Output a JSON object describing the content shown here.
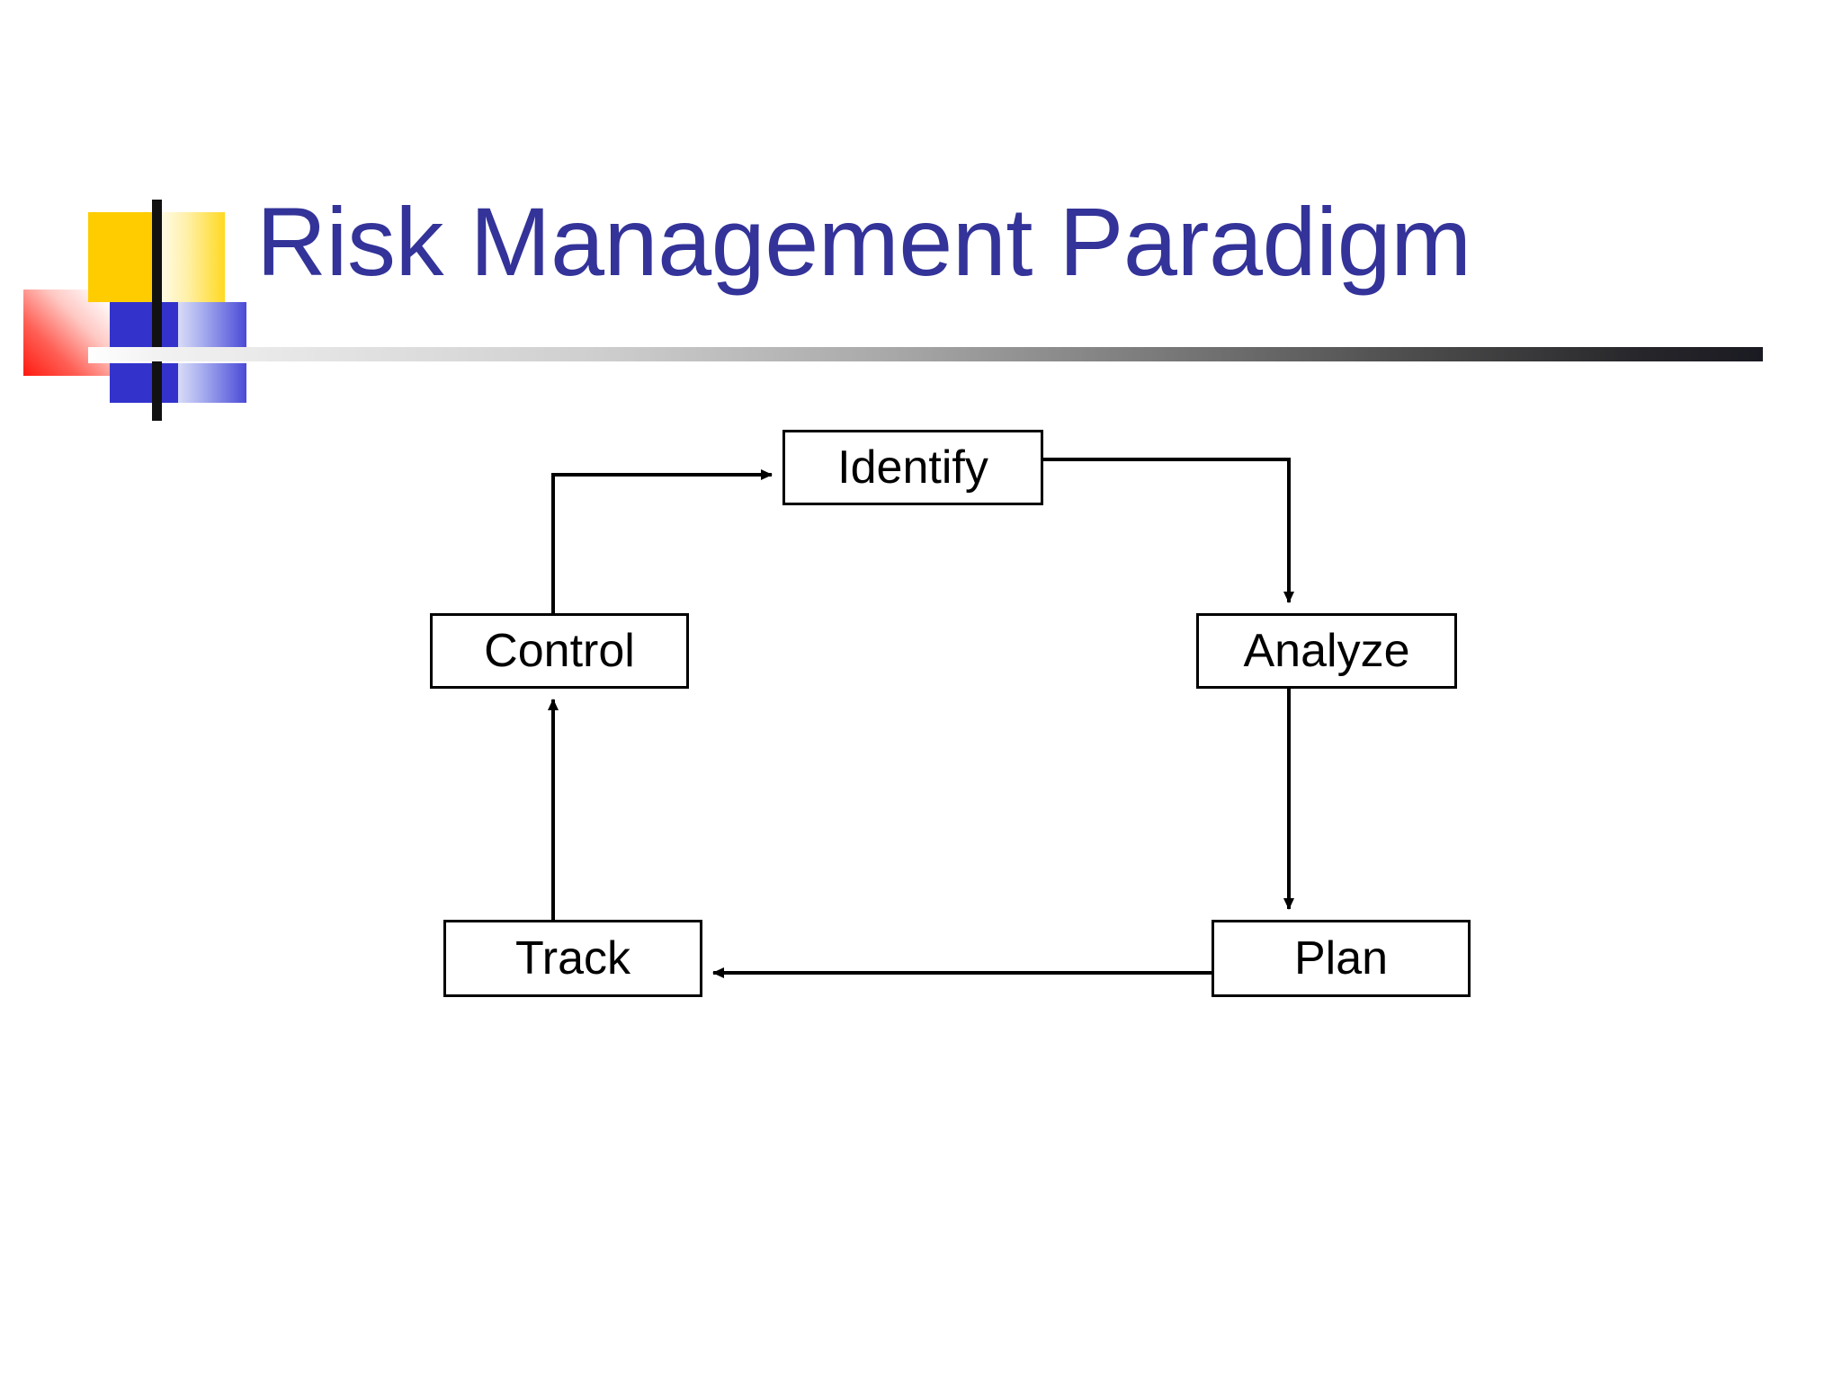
{
  "slide": {
    "title": "Risk Management Paradigm",
    "title_color": "#333399",
    "background": "#ffffff"
  },
  "decor": {
    "yellow": "#ffcc00",
    "blue": "#3333cc",
    "red": "#ff1a10",
    "vertical_bar": "#111111",
    "rule_gradient_from": "#ffffff",
    "rule_gradient_to": "#1a1a22"
  },
  "diagram": {
    "type": "cycle-flowchart",
    "nodes": [
      {
        "id": "identify",
        "label": "Identify"
      },
      {
        "id": "analyze",
        "label": "Analyze"
      },
      {
        "id": "plan",
        "label": "Plan"
      },
      {
        "id": "track",
        "label": "Track"
      },
      {
        "id": "control",
        "label": "Control"
      }
    ],
    "edges": [
      {
        "from": "control",
        "to": "identify",
        "style": "elbow-up-right",
        "arrow": "right"
      },
      {
        "from": "identify",
        "to": "analyze",
        "style": "elbow-right-down",
        "arrow": "down"
      },
      {
        "from": "analyze",
        "to": "plan",
        "style": "straight-down",
        "arrow": "down"
      },
      {
        "from": "plan",
        "to": "track",
        "style": "straight-left",
        "arrow": "left"
      },
      {
        "from": "track",
        "to": "control",
        "style": "straight-up",
        "arrow": "up"
      }
    ],
    "line_color": "#000000",
    "box_border_color": "#000000",
    "box_fill": "#ffffff"
  }
}
